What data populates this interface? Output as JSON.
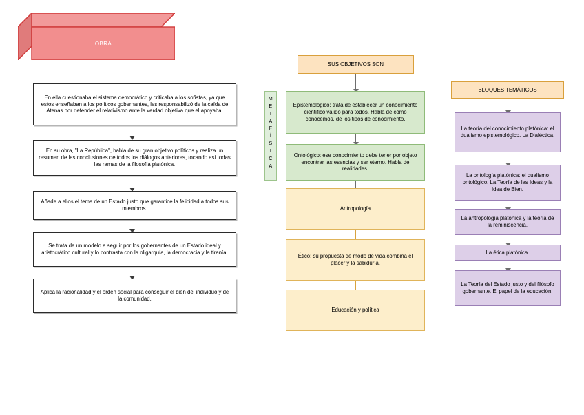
{
  "diagram": {
    "title_node": {
      "label": "OBRA",
      "fill": "#f08a8a",
      "stroke": "#d03a3a",
      "text_color": "#ffffff"
    },
    "left_column": {
      "name": "obra-description-chain",
      "boxes": [
        {
          "id": "left-1",
          "text": "En ella cuestionaba el sistema democrático y criticaba a los sofistas, ya que estos enseñaban a los políticos gobernantes, les responsabilizó de la caída de Atenas por defender el relativismo ante la verdad objetiva que el apoyaba."
        },
        {
          "id": "left-2",
          "text": "En su obra, \"La República\", habla de su gran objetivo políticos y realiza un resumen de las conclusiones de todos los diálogos anteriores, tocando así todas las ramas de la filosofía platónica."
        },
        {
          "id": "left-3",
          "text": "Añade a ellos el tema de un Estado justo que garantice la felicidad a todos sus miembros."
        },
        {
          "id": "left-4",
          "text": "Se trata de un modelo a seguir por los gobernantes de un Estado ideal y aristocrático cultural y lo contrasta con la oligarquía, la democracia y la tiranía."
        },
        {
          "id": "left-5",
          "text": "Aplica la racionalidad y el orden social para conseguir el bien del individuo y de la comunidad."
        }
      ]
    },
    "middle_column": {
      "name": "objetivos-chain",
      "header": {
        "id": "mid-header",
        "text": "SUS OBJETIVOS SON",
        "fill": "#fde3c0",
        "stroke": "#d9a03c"
      },
      "side_label": {
        "id": "metafisica-label",
        "text": "METAFÍSICA",
        "letters": [
          "M",
          "E",
          "T",
          "A",
          "F",
          "Í",
          "S",
          "I",
          "C",
          "A"
        ],
        "fill": "#dfeedb",
        "stroke": "#9dc48c"
      },
      "boxes": [
        {
          "id": "mid-1",
          "kind": "green",
          "text": "Epistemológico: trata de establecer un conocimiento científico válido para todos. Habla de como conocemos, de los tipos de conocimiento."
        },
        {
          "id": "mid-2",
          "kind": "green",
          "text": "Ontológico: ese conocimiento debe tener por objeto encontrar las esencias y ser eterno. Habla de realidades."
        },
        {
          "id": "mid-3",
          "kind": "yellow",
          "text": "Antropología"
        },
        {
          "id": "mid-4",
          "kind": "yellow",
          "text": "Ético: su propuesta de modo de vida combina el placer y la sabiduría."
        },
        {
          "id": "mid-5",
          "kind": "yellow",
          "text": "Educación y política"
        }
      ]
    },
    "right_column": {
      "name": "bloques-tematicos-chain",
      "header": {
        "id": "right-header",
        "text": "BLOQUES TEMÁTICOS",
        "fill": "#fde3c0",
        "stroke": "#d9a03c"
      },
      "boxes": [
        {
          "id": "right-1",
          "text": "La teoría del conocimiento platónica: el dualismo epistemológico. La Dialéctica."
        },
        {
          "id": "right-2",
          "text": "La ontología platónica: el dualismo ontológico. La Teoría de las Ideas y la Idea de Bien."
        },
        {
          "id": "right-3",
          "text": "La antropología platónica y la teoría de la reminiscencia."
        },
        {
          "id": "right-4",
          "text": "La ética platónica."
        },
        {
          "id": "right-5",
          "text": "La Teoría del Estado justo y del filósofo gobernante. El papel de la educación."
        }
      ]
    },
    "colors": {
      "green_fill": "#d7e9cd",
      "green_stroke": "#8fbb79",
      "yellow_fill": "#fdeecb",
      "yellow_stroke": "#e0b45a",
      "purple_fill": "#ddcfe8",
      "purple_stroke": "#9a7fb5",
      "orange_fill": "#fde3c0",
      "orange_stroke": "#d9a03c",
      "red_fill": "#f08a8a",
      "red_stroke": "#d03a3a",
      "arrow_dark": "#3a3a3a",
      "arrow_gold": "#d8a33f",
      "arrow_gray": "#6e6e6e"
    }
  }
}
